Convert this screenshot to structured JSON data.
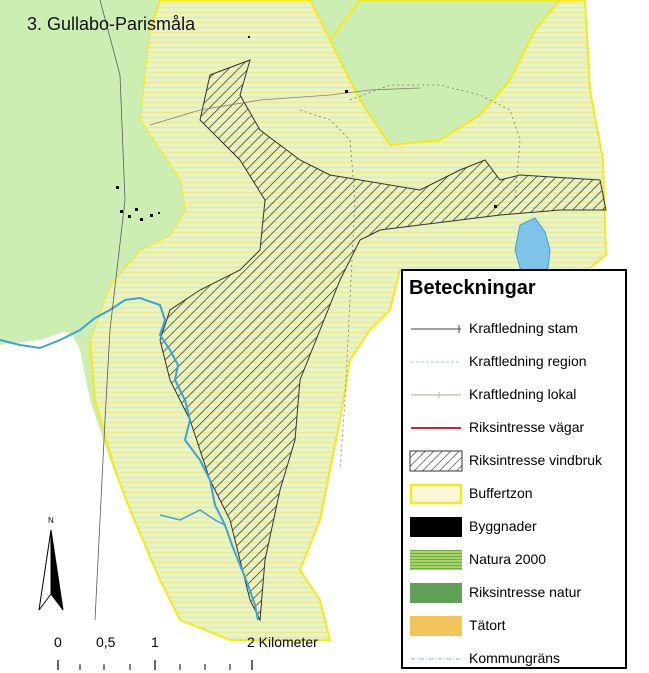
{
  "title": "3. Gullabo-Parismåla",
  "colors": {
    "riksintresse_natur": "#cdeeb2",
    "buffer_outline": "#f2ea1e",
    "natura_hatch": "#c4df87",
    "water": "#3aa3d8",
    "power_line": "#5a5a5a"
  },
  "legend": {
    "title": "Beteckningar",
    "items": [
      {
        "label": "Kraftledning stam",
        "symbol": "line-tick-dark"
      },
      {
        "label": "Kraftledning region",
        "symbol": "line-tick-blue"
      },
      {
        "label": "Kraftledning lokal",
        "symbol": "line-tick-brown"
      },
      {
        "label": "Riksintresse vägar",
        "symbol": "line-red"
      },
      {
        "label": "Riksintresse vindbruk",
        "symbol": "diagonal-hatch"
      },
      {
        "label": "Buffertzon",
        "symbol": "yellow-outline-fill"
      },
      {
        "label": "Byggnader",
        "symbol": "black-fill"
      },
      {
        "label": "Natura 2000",
        "symbol": "green-horizontal-hatch"
      },
      {
        "label": "Riksintresse natur",
        "symbol": "dark-green-fill"
      },
      {
        "label": "Tätort",
        "symbol": "orange-fill"
      },
      {
        "label": "Kommungräns",
        "symbol": "dashed-blue-line"
      }
    ]
  },
  "north_arrow": {
    "label": "N",
    "icon": "north-arrow-icon"
  },
  "scale_bar": {
    "labels": [
      "0",
      "0,5",
      "1",
      "2 Kilometer"
    ]
  }
}
